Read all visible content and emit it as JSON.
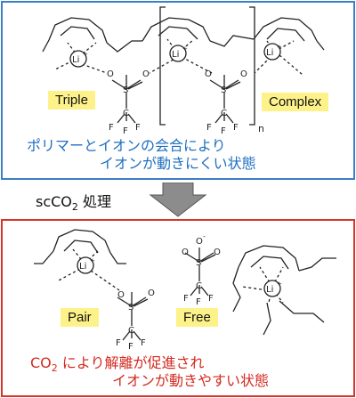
{
  "top_panel": {
    "label_left": "Triple",
    "label_right": "Complex",
    "repeat_subscript": "n",
    "caption_line1": "ポリマーとイオンの会合により",
    "caption_line2": "イオンが動きにくい状態"
  },
  "step": {
    "prefix": "scCO",
    "subscript": "2",
    "suffix": " 処理"
  },
  "bottom_panel": {
    "label_pair": "Pair",
    "label_free": "Free",
    "caption_line1_prefix": "CO",
    "caption_line1_subscript": "2",
    "caption_line1_suffix": " により解離が促進され",
    "caption_line2": "イオンが動きやすい状態"
  },
  "chem_labels": {
    "li": "Li",
    "li_charge": "+",
    "o": "O",
    "o_minus": "O",
    "minus": "-",
    "s": "S",
    "c": "C",
    "f": "F"
  },
  "colors": {
    "top_border": "#3b7fc4",
    "bottom_border": "#d9342b",
    "label_bg": "#fdf28a",
    "caption_blue": "#1f6fc0",
    "caption_red": "#d42a20",
    "arrow_fill": "#8c8c8c"
  }
}
